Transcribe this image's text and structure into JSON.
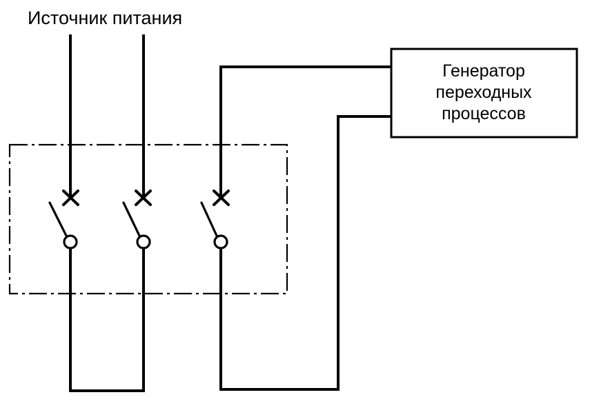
{
  "diagram": {
    "source_label": "Источник питания",
    "generator_label_lines": [
      "Генератор",
      "переходных",
      "процессов"
    ]
  },
  "colors": {
    "line": "#000000",
    "background": "#ffffff"
  }
}
